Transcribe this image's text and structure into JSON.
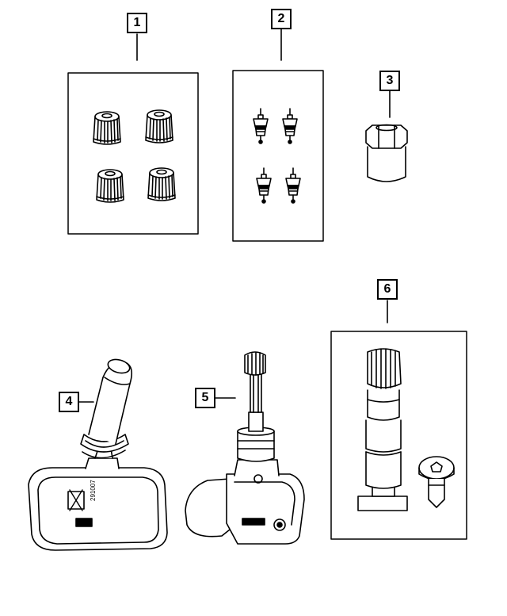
{
  "callouts": [
    {
      "id": "1",
      "label": "1"
    },
    {
      "id": "2",
      "label": "2"
    },
    {
      "id": "3",
      "label": "3"
    },
    {
      "id": "4",
      "label": "4"
    },
    {
      "id": "5",
      "label": "5"
    },
    {
      "id": "6",
      "label": "6"
    }
  ],
  "sensor_label_text": "291007",
  "icons": {
    "valve_cap": "valve-cap-icon",
    "valve_core": "valve-core-icon",
    "nut": "hex-nut-icon",
    "sensor_rubber": "tpms-sensor-rubber-stem-icon",
    "sensor_metal": "tpms-sensor-metal-stem-icon",
    "valve_stem_kit": "valve-stem-kit-icon",
    "screw": "torx-screw-icon"
  },
  "colors": {
    "line": "#000000",
    "background": "#ffffff"
  }
}
